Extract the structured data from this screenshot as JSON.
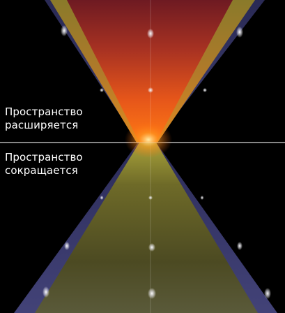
{
  "labels": {
    "expanding": {
      "line1": "Пространство",
      "line2": "расширяется"
    },
    "contracting": {
      "line1": "Пространство",
      "line2": "сокращается"
    }
  },
  "colors": {
    "background": "#000000",
    "outer_cone": "#3c3c7a",
    "upper_core": "#ff5a10",
    "upper_mid": "#c84a1e",
    "upper_top": "#7a1e22",
    "lower_core": "#6e6e22",
    "divider_line": "#d8d8d8",
    "text": "#ffffff"
  }
}
